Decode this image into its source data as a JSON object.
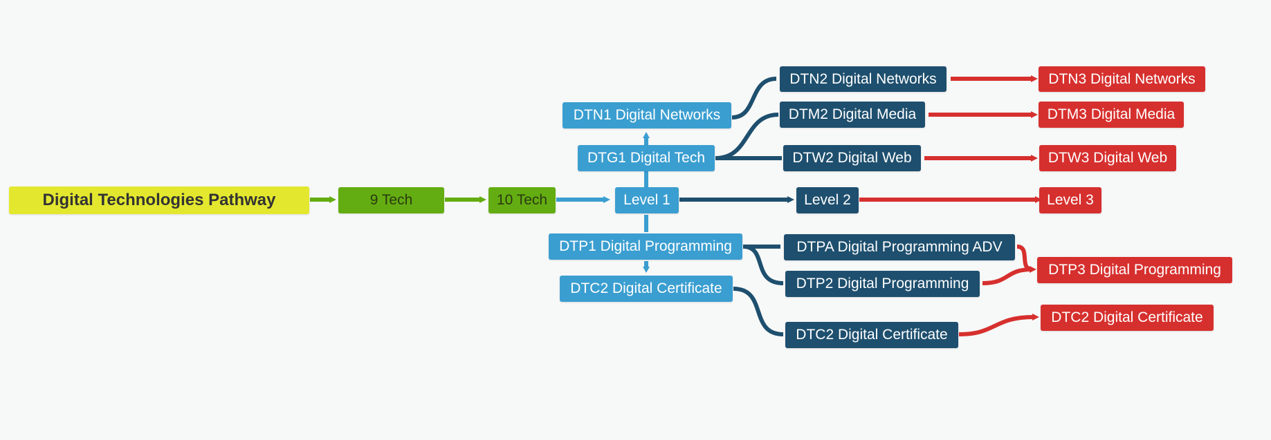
{
  "diagram": {
    "title": "Digital Technologies Pathway",
    "colors": {
      "root": "#e3e82e",
      "green": "#63ad12",
      "light_blue": "#3a9ed0",
      "dark_blue": "#1e4f6e",
      "red": "#d6302e"
    },
    "nodes": {
      "root": "Digital Technologies Pathway",
      "tech9": "9 Tech",
      "tech10": "10 Tech",
      "level1": "Level 1",
      "dtn1": "DTN1 Digital Networks",
      "dtg1": "DTG1 Digital Tech",
      "dtp1": "DTP1 Digital Programming",
      "dtc2a": "DTC2 Digital Certificate",
      "level2": "Level 2",
      "dtn2": "DTN2 Digital Networks",
      "dtm2": "DTM2 Digital Media",
      "dtw2": "DTW2 Digital Web",
      "dtpa": "DTPA Digital Programming ADV",
      "dtp2": "DTP2 Digital Programming",
      "dtc2b": "DTC2 Digital Certificate",
      "level3": "Level 3",
      "dtn3": "DTN3 Digital Networks",
      "dtm3": "DTM3 Digital Media",
      "dtw3": "DTW3 Digital Web",
      "dtp3": "DTP3 Digital Programming",
      "dtc2c": "DTC2 Digital Certificate"
    }
  }
}
